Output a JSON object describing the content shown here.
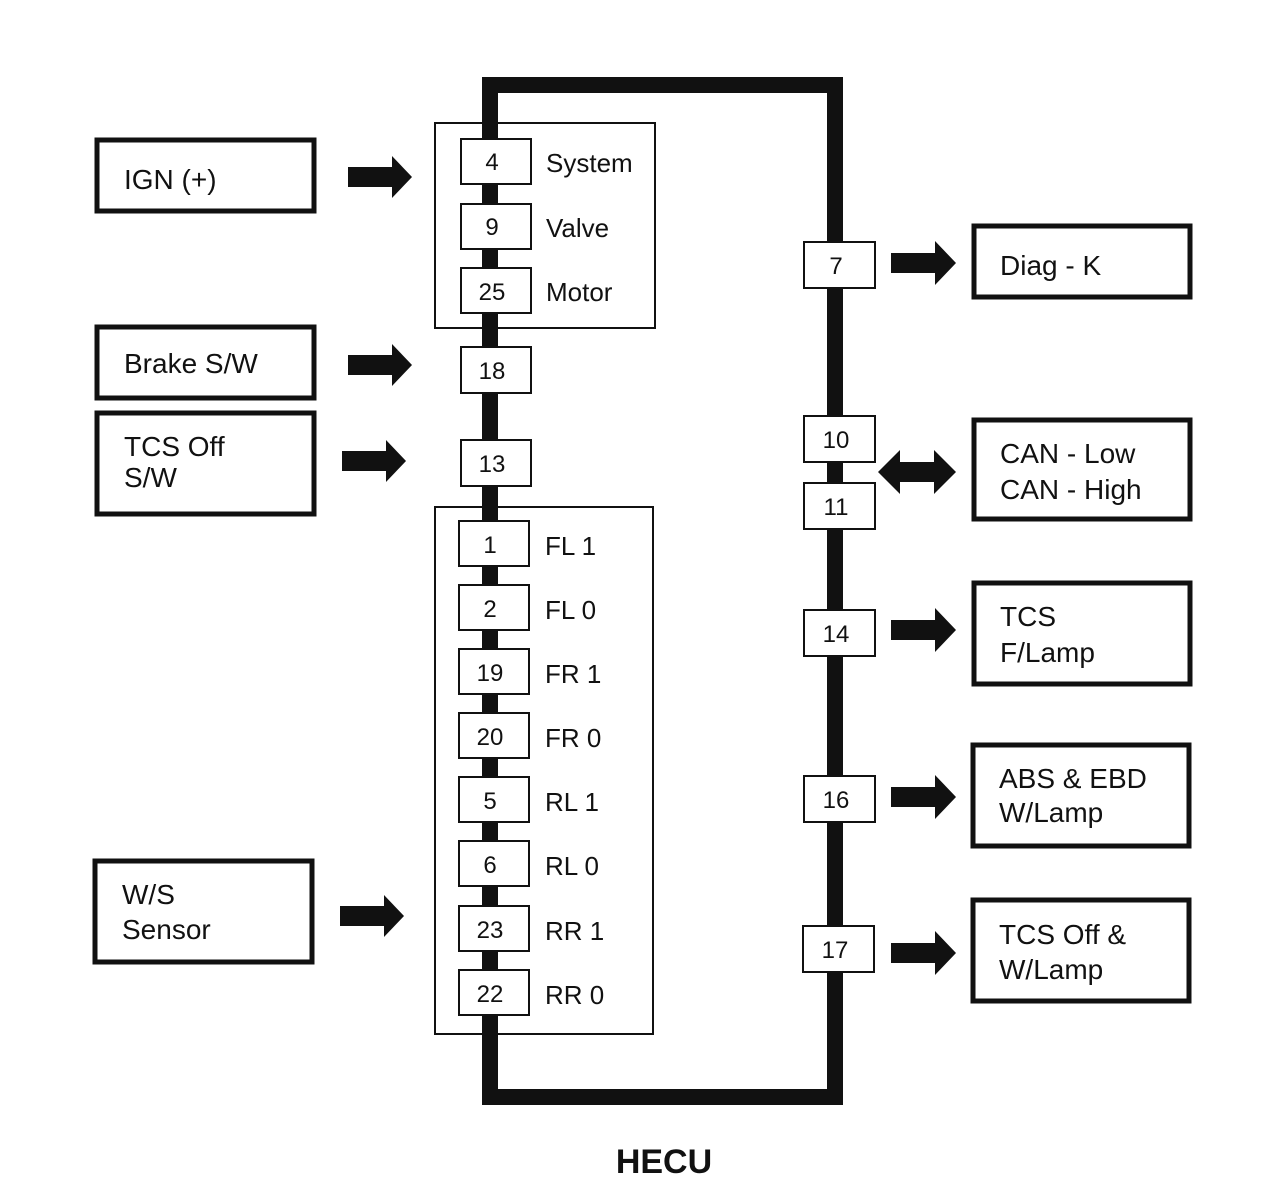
{
  "title": "HECU",
  "inputs": {
    "ign": [
      "IGN (+)"
    ],
    "brake": [
      "Brake S/W"
    ],
    "tcs_off_sw": [
      "TCS Off",
      "S/W"
    ],
    "ws_sensor": [
      "W/S",
      "Sensor"
    ]
  },
  "power_group": [
    {
      "pin": "4",
      "label": "System"
    },
    {
      "pin": "9",
      "label": "Valve"
    },
    {
      "pin": "25",
      "label": "Motor"
    }
  ],
  "single_pins": {
    "brake": "18",
    "tcs_off": "13"
  },
  "sensor_group": [
    {
      "pin": "1",
      "label": "FL 1"
    },
    {
      "pin": "2",
      "label": "FL 0"
    },
    {
      "pin": "19",
      "label": "FR 1"
    },
    {
      "pin": "20",
      "label": "FR 0"
    },
    {
      "pin": "5",
      "label": "RL 1"
    },
    {
      "pin": "6",
      "label": "RL 0"
    },
    {
      "pin": "23",
      "label": "RR 1"
    },
    {
      "pin": "22",
      "label": "RR 0"
    }
  ],
  "right_pins": {
    "diag": "7",
    "can_low": "10",
    "can_high": "11",
    "tcs_flamp": "14",
    "abs_ebd": "16",
    "tcs_off_lamp": "17"
  },
  "outputs": {
    "diag": [
      "Diag - K"
    ],
    "can": [
      "CAN - Low",
      "CAN - High"
    ],
    "tcs_flamp": [
      "TCS",
      "F/Lamp"
    ],
    "abs_ebd": [
      "ABS & EBD",
      "W/Lamp"
    ],
    "tcs_off_lamp": [
      "TCS Off &",
      "W/Lamp"
    ]
  }
}
